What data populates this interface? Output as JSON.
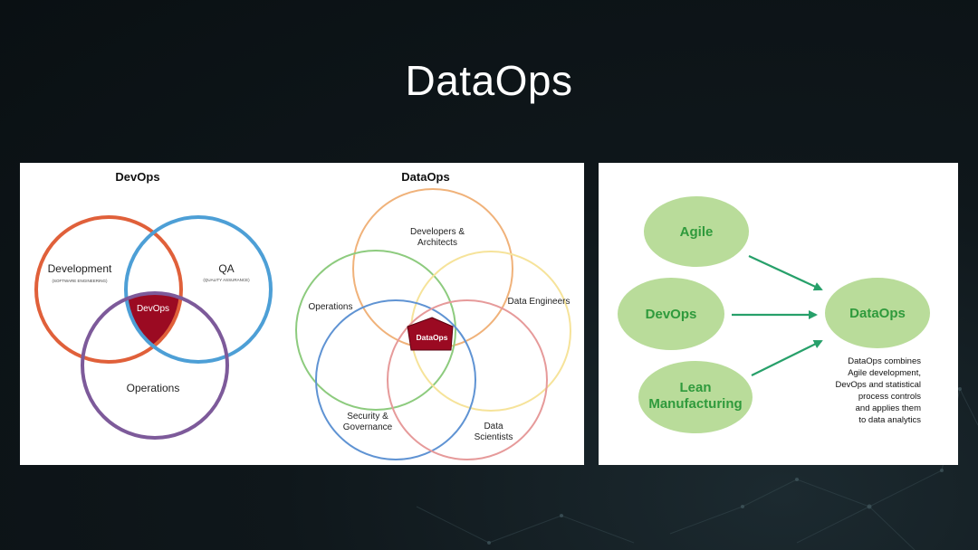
{
  "slide": {
    "title": "DataOps"
  },
  "devops_diagram": {
    "title": "DevOps",
    "development": {
      "label": "Development",
      "sublabel": "(SOFTWARE ENGINEERING)"
    },
    "qa": {
      "label": "QA",
      "sublabel": "(QUALITY ASSURANCE)"
    },
    "operations": {
      "label": "Operations"
    },
    "center": "DevOps",
    "colors": {
      "development": "#e0603a",
      "qa": "#4d9fd6",
      "operations": "#7d5a9a",
      "center": "#9b0a22"
    }
  },
  "dataops_diagram": {
    "title": "DataOps",
    "developers_line1": "Developers &",
    "developers_line2": "Architects",
    "operations": "Operations",
    "data_engineers": "Data Engineers",
    "security_line1": "Security &",
    "security_line2": "Governance",
    "scientists_line1": "Data",
    "scientists_line2": "Scientists",
    "center": "DataOps",
    "colors": {
      "developers": "#f0b27a",
      "operations": "#8dcb7e",
      "engineers": "#f6e39a",
      "security": "#5f93d3",
      "scientists": "#e69a9a",
      "center": "#9b0a22"
    }
  },
  "flow_diagram": {
    "agile": "Agile",
    "devops": "DevOps",
    "lean_line1": "Lean",
    "lean_line2": "Manufacturing",
    "target": "DataOps",
    "description": [
      "DataOps combines",
      "Agile development,",
      "DevOps and statistical",
      "process controls",
      "and applies them",
      "to data analytics"
    ],
    "colors": {
      "ellipse": "#b9dc9a",
      "text": "#2f9a3c",
      "arrow": "#27a06a"
    }
  }
}
